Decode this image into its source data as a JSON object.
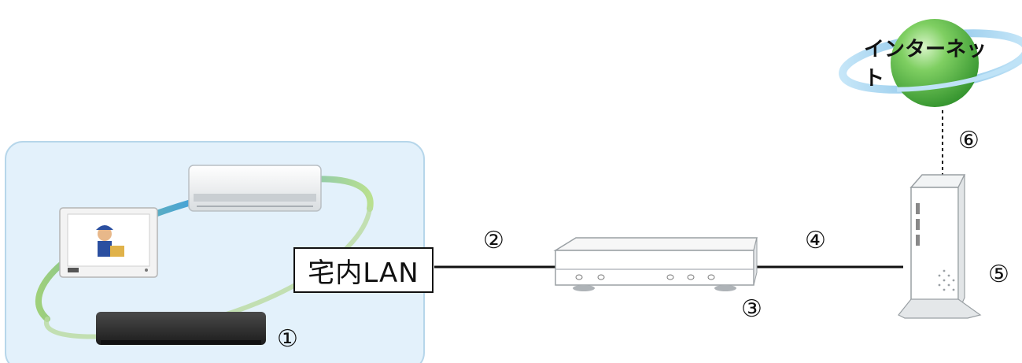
{
  "network_label": "宅内LAN",
  "internet_label": "インターネット",
  "markers": {
    "m1": "①",
    "m2": "②",
    "m3": "③",
    "m4": "④",
    "m5": "⑤",
    "m6": "⑥"
  },
  "colors": {
    "home_area_fill": "#e3f1fb",
    "home_area_border": "#b6d6ea",
    "globe_green": "#4cae3c",
    "orbit_blue": "#8fc8ec",
    "cable": "#111111"
  }
}
